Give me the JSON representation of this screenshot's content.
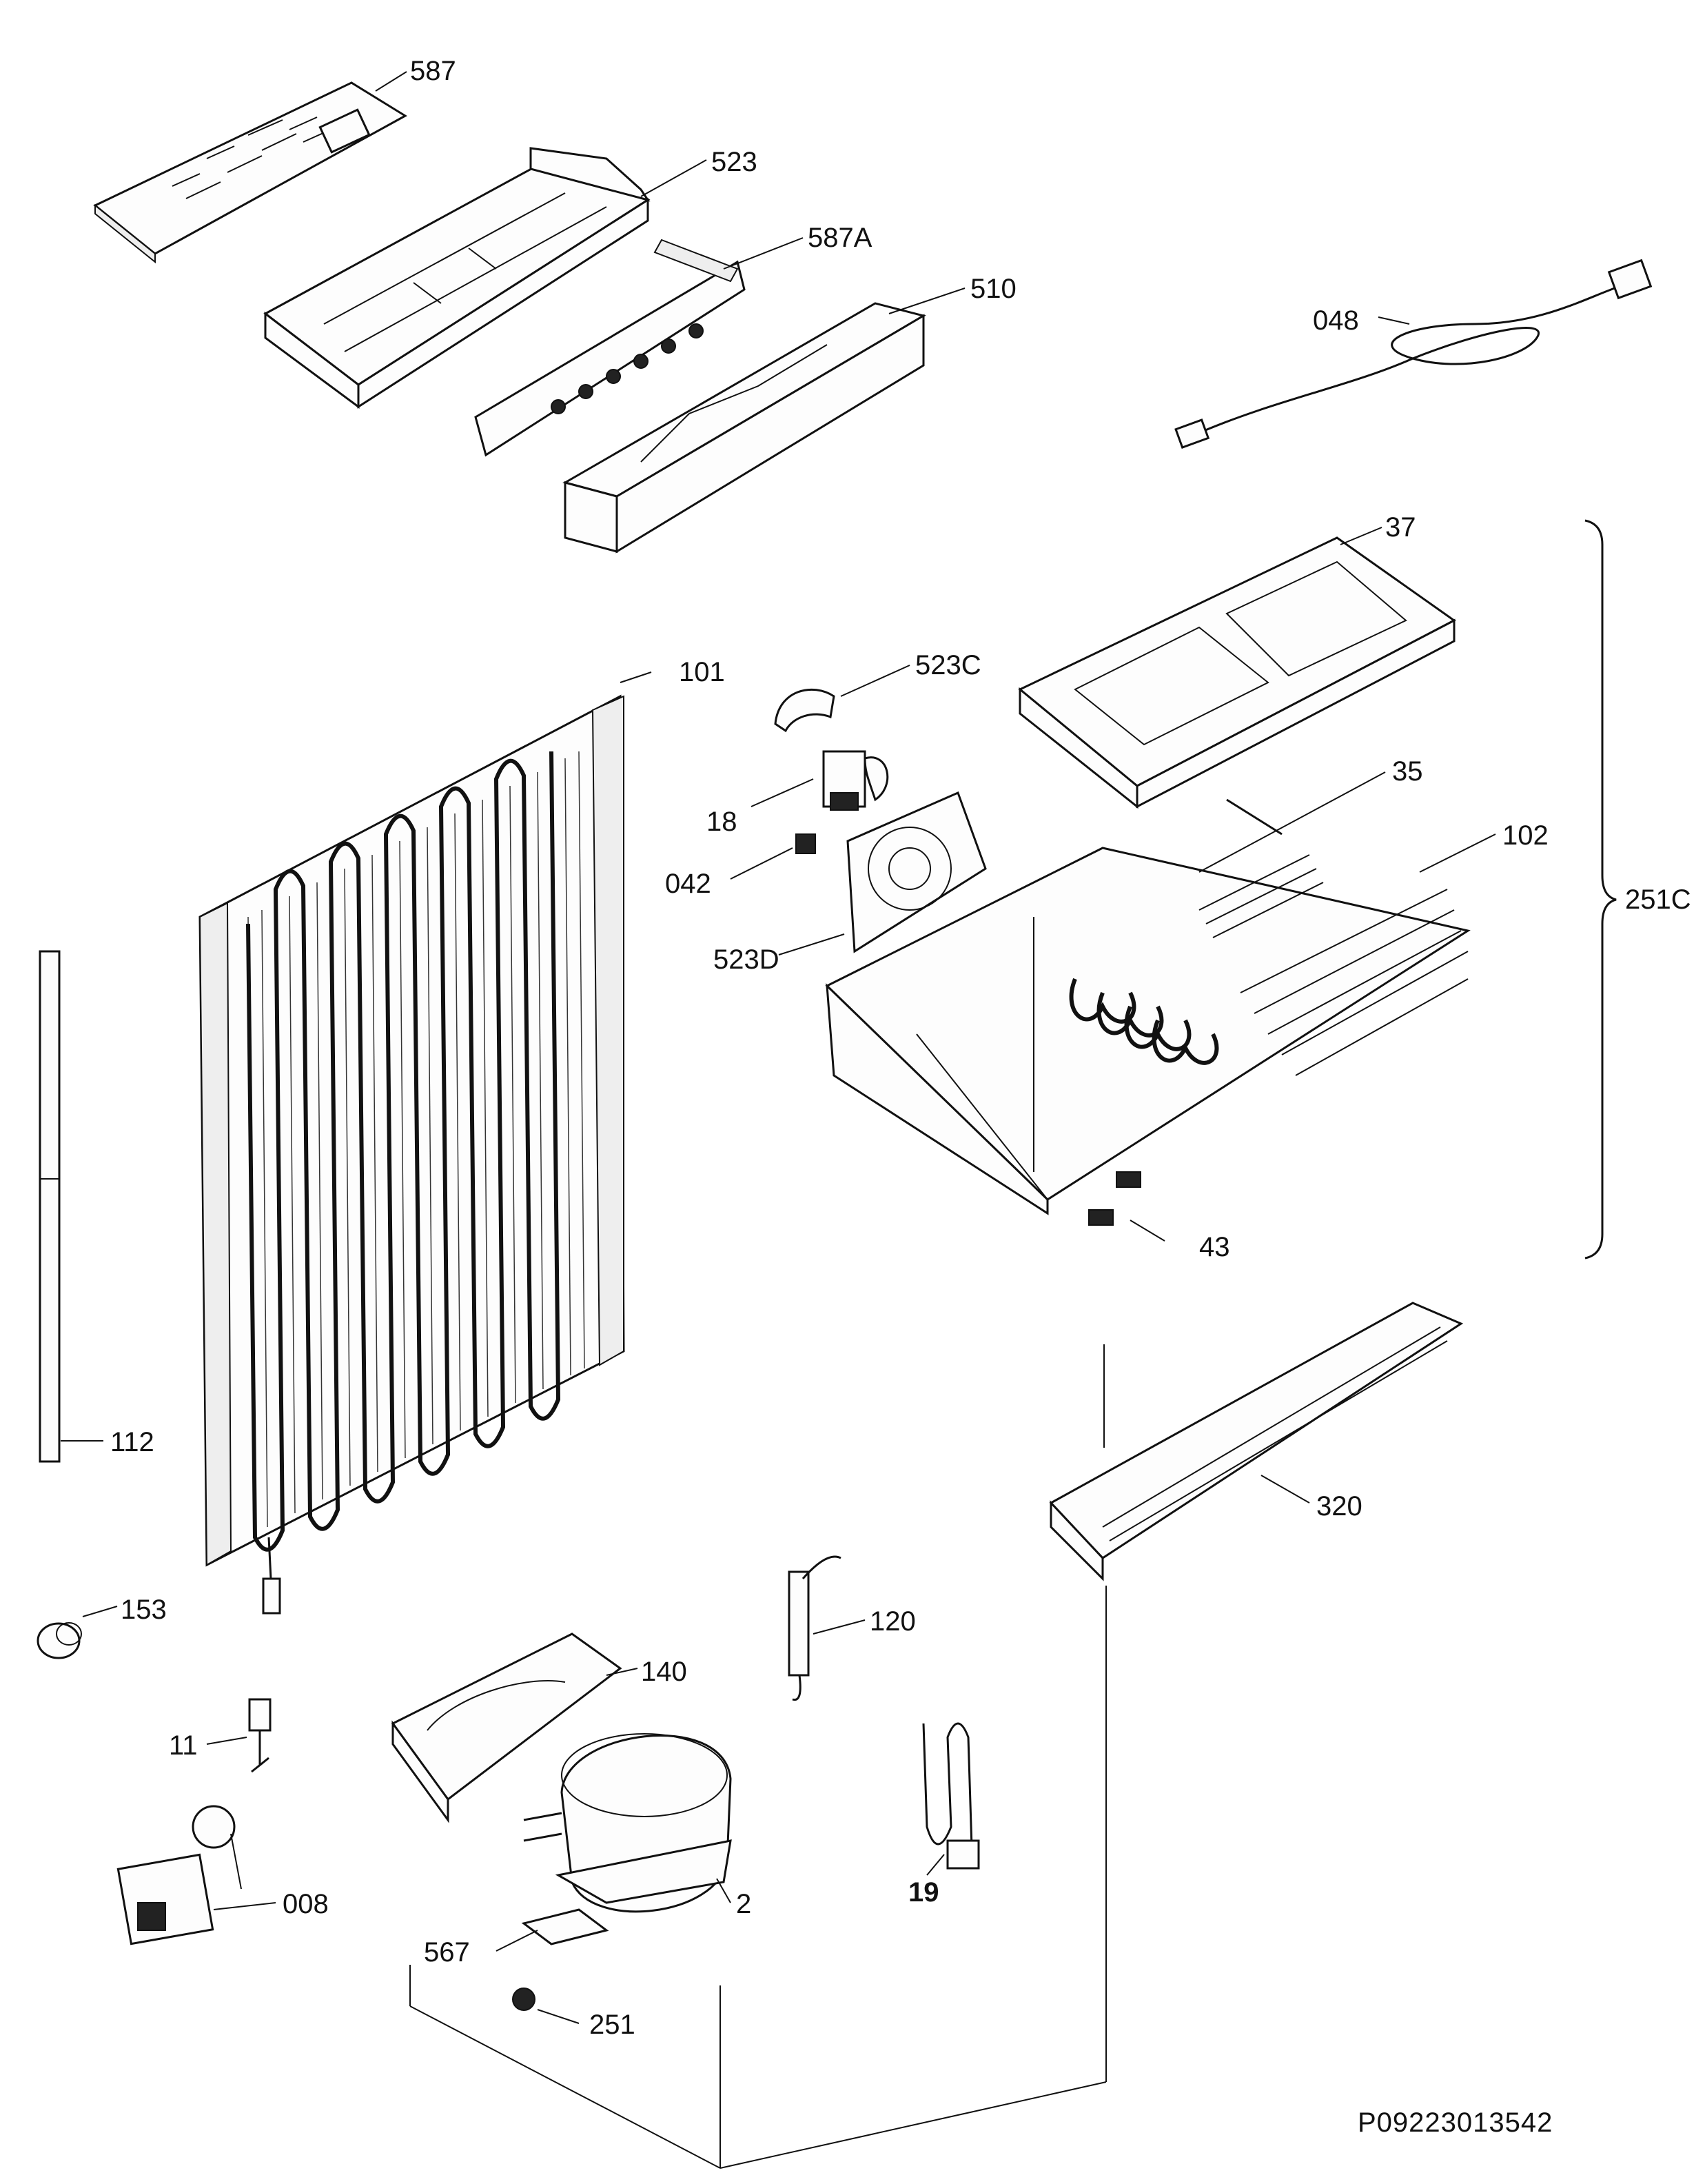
{
  "diagram": {
    "drawing_code": "P09223013542",
    "labels": [
      {
        "id": "587",
        "text": "587"
      },
      {
        "id": "523",
        "text": "523"
      },
      {
        "id": "587A",
        "text": "587A"
      },
      {
        "id": "510",
        "text": "510"
      },
      {
        "id": "048",
        "text": "048"
      },
      {
        "id": "37",
        "text": "37"
      },
      {
        "id": "101",
        "text": "101"
      },
      {
        "id": "523C",
        "text": "523C"
      },
      {
        "id": "18",
        "text": "18"
      },
      {
        "id": "35",
        "text": "35"
      },
      {
        "id": "042",
        "text": "042"
      },
      {
        "id": "102",
        "text": "102"
      },
      {
        "id": "251C",
        "text": "251C"
      },
      {
        "id": "523D",
        "text": "523D"
      },
      {
        "id": "43",
        "text": "43"
      },
      {
        "id": "112",
        "text": "112"
      },
      {
        "id": "320",
        "text": "320"
      },
      {
        "id": "153",
        "text": "153"
      },
      {
        "id": "120",
        "text": "120"
      },
      {
        "id": "140",
        "text": "140"
      },
      {
        "id": "11",
        "text": "11"
      },
      {
        "id": "008",
        "text": "008"
      },
      {
        "id": "2",
        "text": "2"
      },
      {
        "id": "19",
        "text": "19"
      },
      {
        "id": "567",
        "text": "567"
      },
      {
        "id": "251",
        "text": "251"
      }
    ]
  }
}
